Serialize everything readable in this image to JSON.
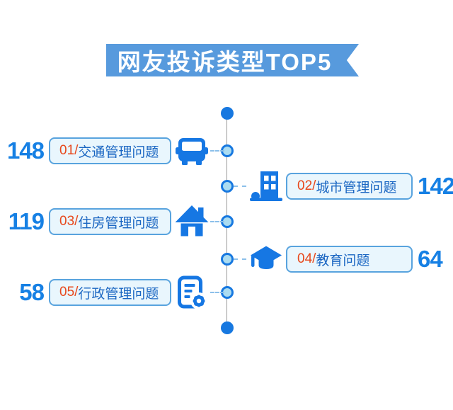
{
  "title": {
    "text": "网友投诉类型TOP5"
  },
  "chart_data": {
    "type": "table",
    "title": "网友投诉类型TOP5",
    "categories": [
      "交通管理问题",
      "城市管理问题",
      "住房管理问题",
      "教育问题",
      "行政管理问题"
    ],
    "ranks": [
      "01",
      "02",
      "03",
      "04",
      "05"
    ],
    "values": [
      148,
      142,
      119,
      64,
      58
    ],
    "icons": [
      "bus-icon",
      "building-icon",
      "house-icon",
      "graduation-cap-icon",
      "document-gear-icon"
    ],
    "layout": "vertical timeline, items alternate left/right, ordered by descending value"
  },
  "items": [
    {
      "rank": "01/",
      "label": "交通管理问题",
      "value": "148",
      "side": "left",
      "icon": "bus-icon"
    },
    {
      "rank": "02/",
      "label": "城市管理问题",
      "value": "142",
      "side": "right",
      "icon": "building-icon"
    },
    {
      "rank": "03/",
      "label": "住房管理问题",
      "value": "119",
      "side": "left",
      "icon": "house-icon"
    },
    {
      "rank": "04/",
      "label": "教育问题",
      "value": "64",
      "side": "right",
      "icon": "graduation-cap-icon"
    },
    {
      "rank": "05/",
      "label": "行政管理问题",
      "value": "58",
      "side": "left",
      "icon": "document-gear-icon"
    }
  ],
  "colors": {
    "banner_blue": "#579add",
    "number_blue": "#1680e4",
    "rank_orange": "#e8481c",
    "label_blue": "#1a66c2",
    "icon_blue": "#1677e3",
    "box_bg": "#e9f6fd",
    "box_border": "#58a3de",
    "node_fill": "#abdcf1",
    "node_ring": "#1778e0",
    "timeline_gray": "#999999",
    "dash_blue": "#8cc0ea"
  }
}
